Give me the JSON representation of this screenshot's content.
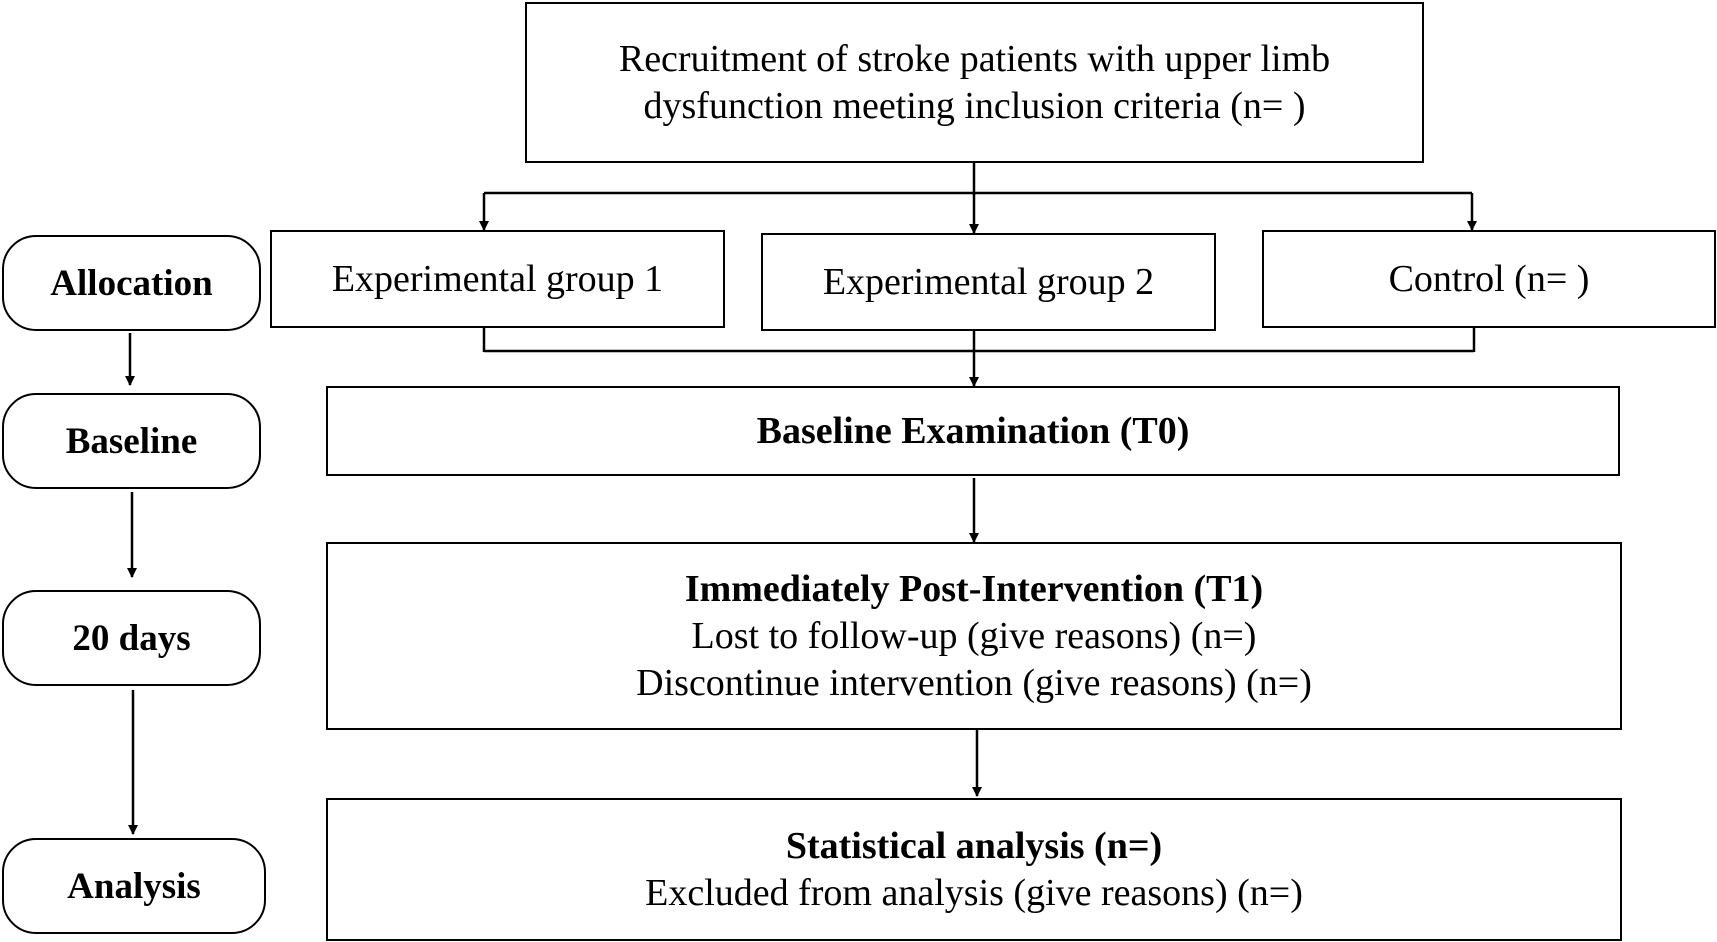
{
  "stages": {
    "allocation": "Allocation",
    "baseline": "Baseline",
    "days20": "20 days",
    "analysis": "Analysis"
  },
  "recruitment": {
    "line1": "Recruitment of stroke patients with upper limb",
    "line2": "dysfunction meeting inclusion criteria (n= )"
  },
  "groups": {
    "exp1": "Experimental group 1",
    "exp2": "Experimental group 2",
    "control": "Control (n= )"
  },
  "baseline_exam": "Baseline Examination (T0)",
  "post": {
    "title": "Immediately Post-Intervention (T1)",
    "lost": "Lost to follow-up (give reasons) (n=)",
    "discontinue": "Discontinue intervention (give reasons) (n=)"
  },
  "stats": {
    "title": "Statistical analysis (n=)",
    "excluded": "Excluded from analysis (give reasons) (n=)"
  }
}
